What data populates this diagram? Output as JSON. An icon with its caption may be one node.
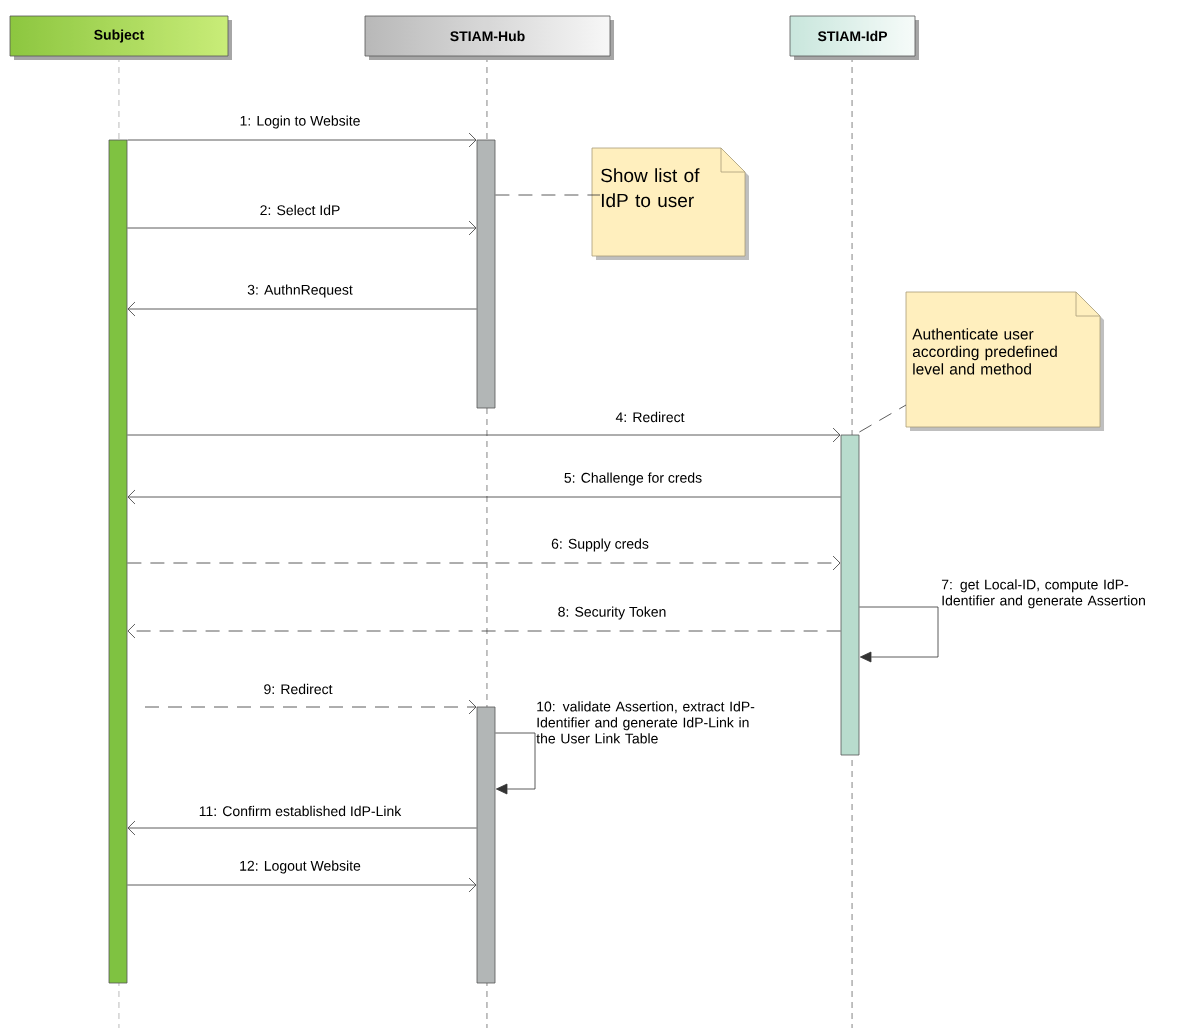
{
  "diagram": {
    "nodes": [
      {
        "text": [
          "Subject"
        ]
      },
      {
        "text": [
          "STIAM-Hub"
        ]
      },
      {
        "text": [
          "STIAM-IdP"
        ]
      },
      {
        "text": [],
        "shape": "bar"
      },
      {
        "text": [],
        "shape": "bar"
      },
      {
        "text": [
          "Show list of IdP to user"
        ]
      },
      {
        "text": [
          "Authenticate user according predefined level and method"
        ]
      },
      {
        "text": [],
        "shape": "bar"
      },
      {
        "text": [],
        "shape": "bar"
      }
    ],
    "edges": [
      {
        "from": 3,
        "to": 4,
        "arrow": "to",
        "label": "1: Login to Website"
      },
      {
        "from": 4,
        "to": 5,
        "arrow": "none",
        "style": "dashed"
      },
      {
        "from": 3,
        "to": 4,
        "arrow": "to",
        "label": "2: Select IdP"
      },
      {
        "from": 4,
        "to": 3,
        "arrow": "to",
        "label": "3: AuthnRequest"
      },
      {
        "from": 3,
        "to": 7,
        "arrow": "to",
        "label": "4: Redirect"
      },
      {
        "from": 7,
        "to": 6,
        "arrow": "none",
        "style": "dashed"
      },
      {
        "from": 7,
        "to": 3,
        "arrow": "to",
        "label": "5: Challenge for creds"
      },
      {
        "from": 3,
        "to": 7,
        "arrow": "to",
        "style": "dashed",
        "label": "6: Supply creds"
      },
      {
        "from": 7,
        "to": 7,
        "arrow": "to",
        "label": "7: get Local-ID, compute IdP-Identifier and generate Assertion"
      },
      {
        "from": 7,
        "to": 3,
        "arrow": "to",
        "style": "dashed",
        "label": "8: Security Token"
      },
      {
        "from": null,
        "to": 8,
        "arrow": "to",
        "style": "dashed",
        "label": "9: Redirect"
      },
      {
        "from": 8,
        "to": 8,
        "arrow": "to",
        "label": "10: validate Assertion, extract IdP-Identifier and generate IdP-Link in the User Link Table"
      },
      {
        "from": 8,
        "to": 3,
        "arrow": "to",
        "label": "11: Confirm established IdP-Link"
      },
      {
        "from": 3,
        "to": 8,
        "arrow": "to",
        "label": "12: Logout Website"
      }
    ]
  }
}
